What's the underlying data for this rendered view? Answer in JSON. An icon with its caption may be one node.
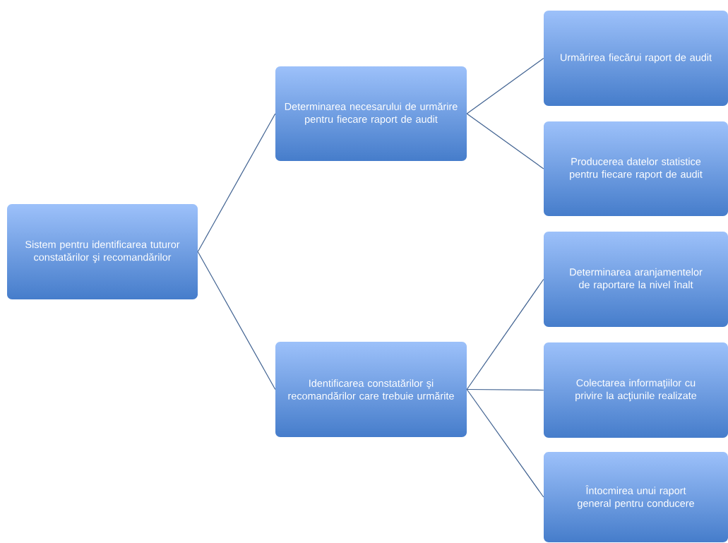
{
  "diagram": {
    "nodes": [
      {
        "text": [
          "Sistem pentru identificarea tuturor constatărilor şi recomandărilor"
        ]
      },
      {
        "text": [
          "Determinarea necesarului de urmărire pentru fiecare raport de audit"
        ]
      },
      {
        "text": [
          "Identificarea constatărilor şi recomandărilor care trebuie urmărite"
        ]
      },
      {
        "text": [
          "Urmărirea fiecărui raport de audit"
        ]
      },
      {
        "text": [
          "Producerea datelor statistice pentru fiecare raport de audit"
        ]
      },
      {
        "text": [
          "Determinarea aranjamentelor de raportare la nivel înalt"
        ]
      },
      {
        "text": [
          "Colectarea informaţiilor cu privire la acţiunile realizate"
        ]
      },
      {
        "text": [
          "Întocmirea unui raport general pentru conducere"
        ]
      }
    ],
    "edges": [
      {
        "from": 0,
        "to": 1,
        "arrow": "none"
      },
      {
        "from": 0,
        "to": 2,
        "arrow": "none"
      },
      {
        "from": 1,
        "to": 3,
        "arrow": "none"
      },
      {
        "from": 1,
        "to": 4,
        "arrow": "none"
      },
      {
        "from": 2,
        "to": 5,
        "arrow": "none"
      },
      {
        "from": 2,
        "to": 6,
        "arrow": "none"
      },
      {
        "from": 2,
        "to": 7,
        "arrow": "none"
      }
    ]
  }
}
